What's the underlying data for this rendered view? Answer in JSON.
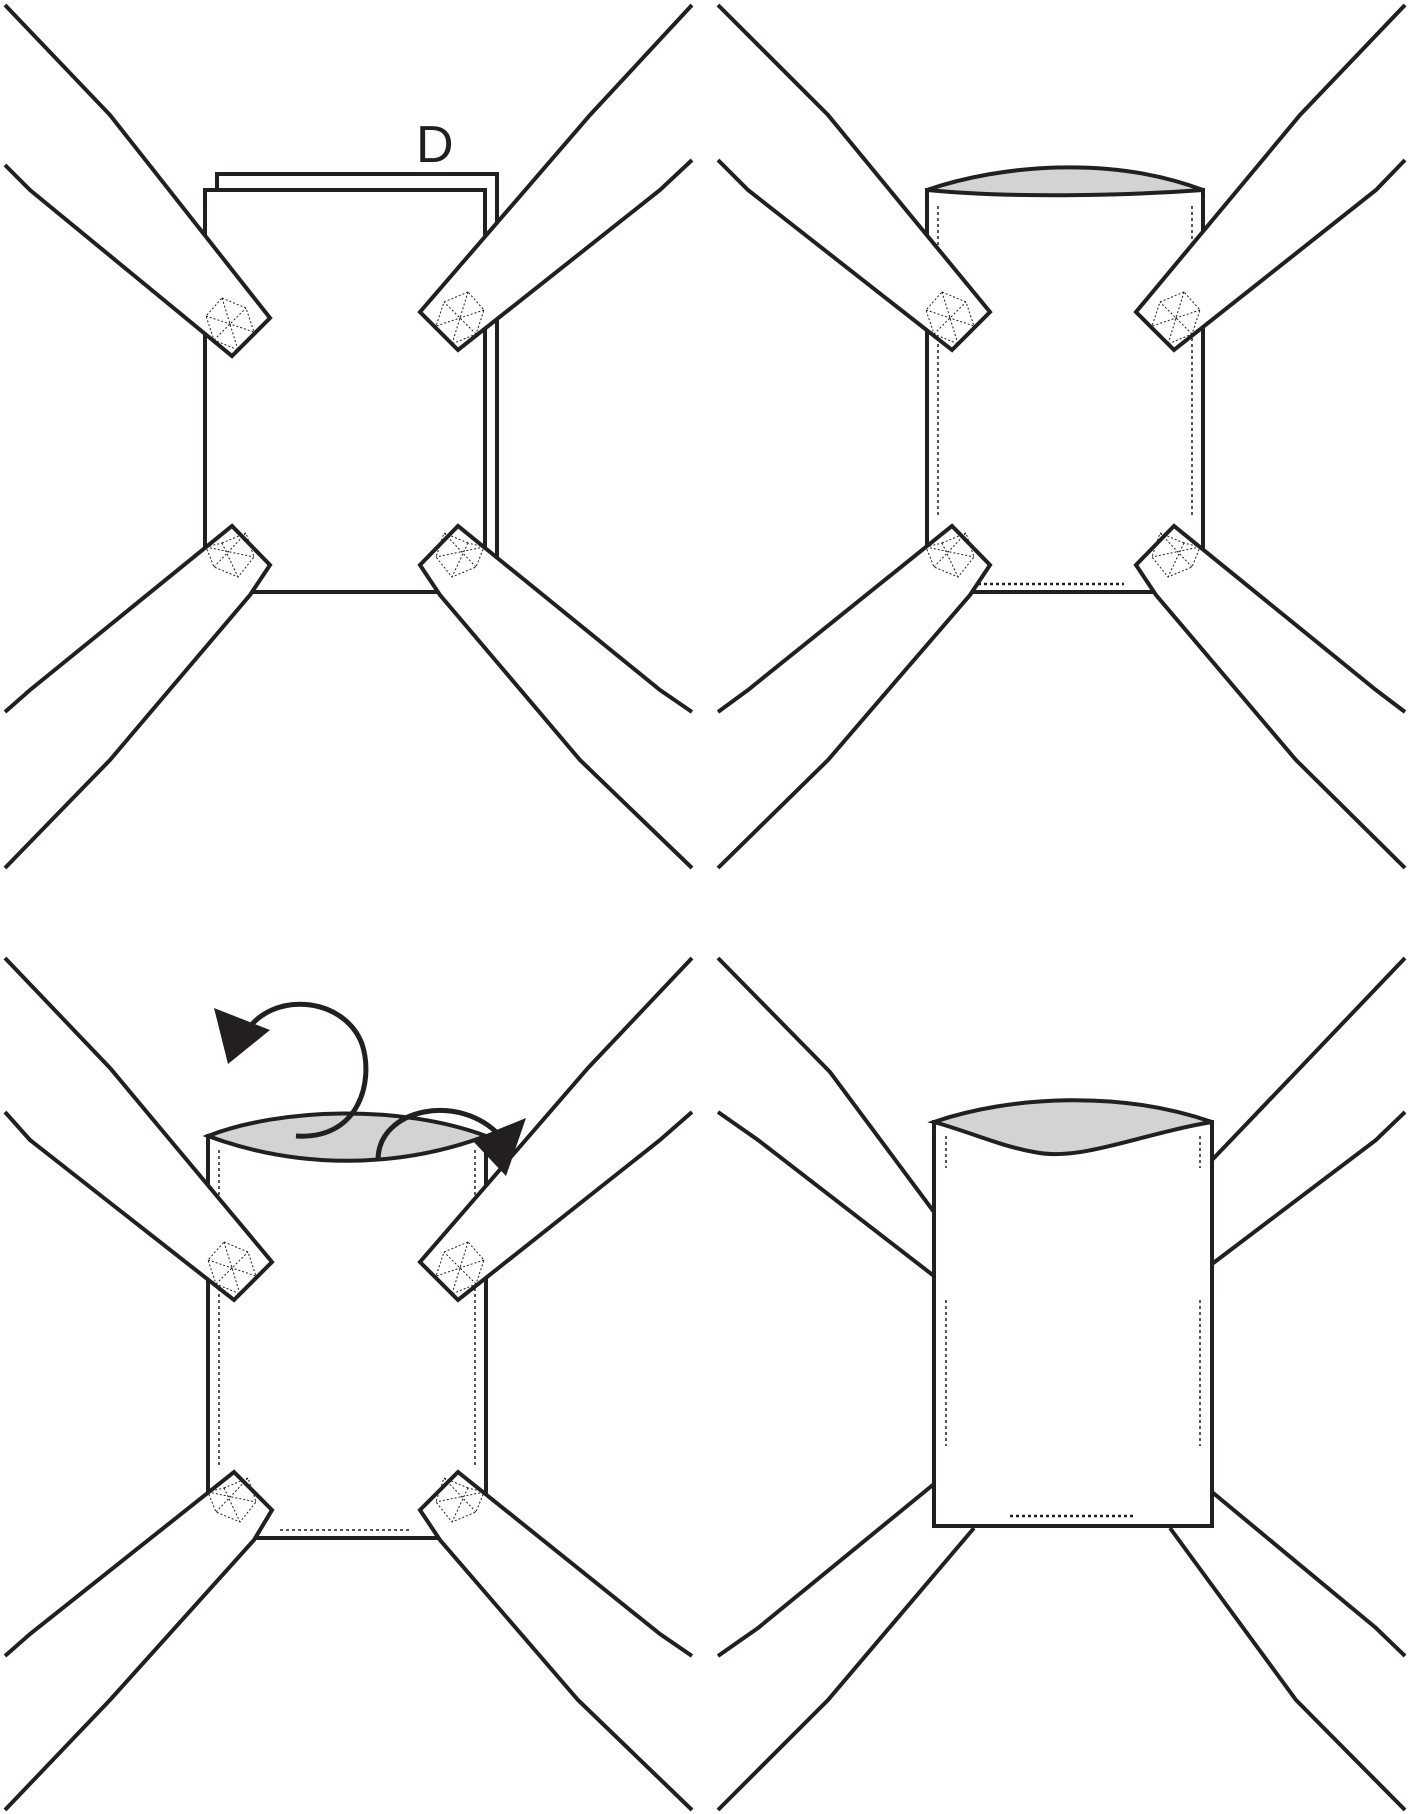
{
  "figure": {
    "panels": [
      {
        "id": "step-1",
        "label": "D"
      },
      {
        "id": "step-2",
        "label": ""
      },
      {
        "id": "step-3",
        "label": ""
      },
      {
        "id": "step-4",
        "label": ""
      }
    ]
  },
  "colors": {
    "line": "#231f20",
    "opening_fill": "#d1d3d4",
    "background": "#ffffff"
  }
}
